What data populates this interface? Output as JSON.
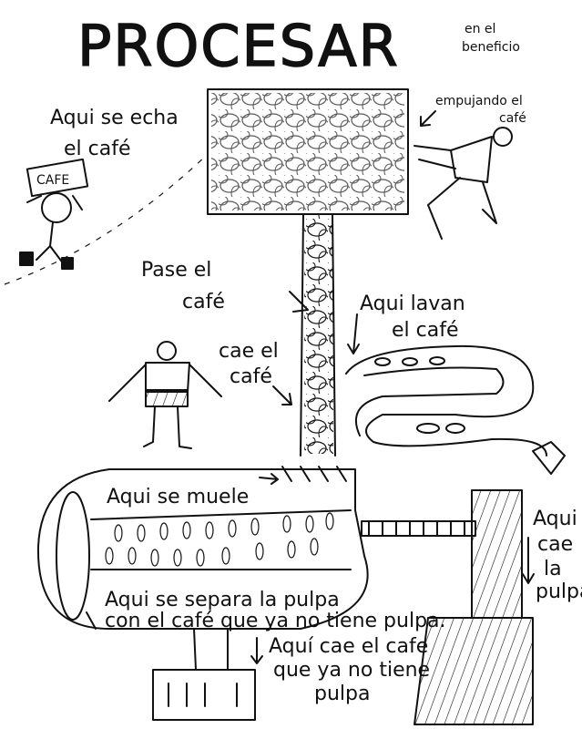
{
  "title": "PROCESAR",
  "subtitle": [
    "en el",
    "beneficio"
  ],
  "labels": {
    "echa": [
      "Aqui se echa",
      "el café"
    ],
    "bag": "CAFE",
    "empujando": [
      "empujando el",
      "café"
    ],
    "pase": [
      "Pase el",
      "café"
    ],
    "lavan": [
      "Aqui lavan",
      "el café"
    ],
    "cae": [
      "cae el",
      "café"
    ],
    "muele": "Aqui se muele",
    "pulpa_cae": [
      "Aqui",
      "cae",
      "la",
      "pulpa"
    ],
    "separa": [
      "Aqui se separa la pulpa",
      "con el café que ya no tiene pulpa."
    ],
    "sin_pulpa": [
      "Aquí cae el cafe",
      "que ya no tiene",
      "pulpa"
    ]
  }
}
